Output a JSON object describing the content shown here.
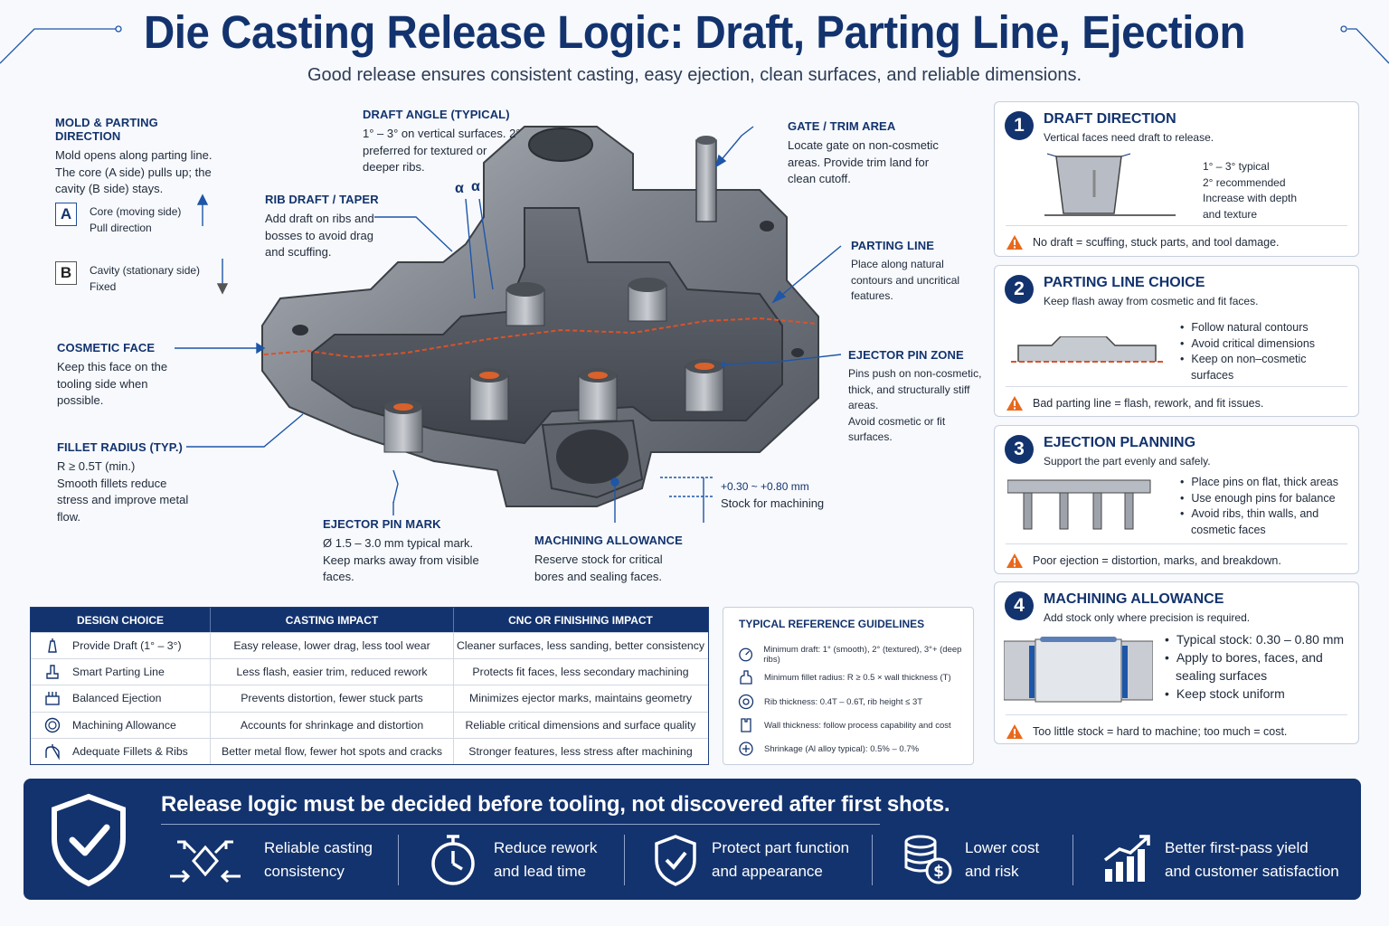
{
  "header": {
    "title": "Die Casting Release Logic: Draft, Parting Line, Ejection",
    "subtitle": "Good release ensures consistent casting, easy ejection, clean surfaces, and reliable dimensions."
  },
  "callouts": {
    "mold": {
      "title": "MOLD & PARTING DIRECTION",
      "text": "Mold opens along parting line. The core (A side) pulls up; the cavity (B side) stays."
    },
    "a_side": {
      "letter": "A",
      "line1": "Core (moving side)",
      "line2": "Pull direction"
    },
    "b_side": {
      "letter": "B",
      "line1": "Cavity (stationary side)",
      "line2": "Fixed"
    },
    "cosmetic": {
      "title": "COSMETIC FACE",
      "text": "Keep this face on the tooling side when possible."
    },
    "fillet": {
      "title": "FILLET RADIUS (TYP.)",
      "line1": "R ≥ 0.5T (min.)",
      "text": "Smooth fillets reduce stress and improve metal flow."
    },
    "draft_angle": {
      "title": "DRAFT ANGLE (TYPICAL)",
      "text": "1° – 3° on vertical surfaces. 2° preferred for textured or deeper ribs."
    },
    "rib_draft": {
      "title": "RIB DRAFT / TAPER",
      "text": "Add draft on ribs and bosses to avoid drag and scuffing."
    },
    "gate": {
      "title": "GATE / TRIM AREA",
      "text": "Locate gate on non-cosmetic areas. Provide trim land for clean cutoff."
    },
    "parting_line": {
      "title": "PARTING LINE",
      "text": "Place along natural contours and uncritical features."
    },
    "ejector_zone": {
      "title": "EJECTOR PIN ZONE",
      "text": "Pins push on non-cosmetic, thick, and structurally stiff areas.",
      "text2": "Avoid cosmetic or fit surfaces."
    },
    "stock": {
      "value": "+0.30 ~ +0.80 mm",
      "label": "Stock for machining"
    },
    "ejector_mark": {
      "title": "EJECTOR PIN MARK",
      "line1": "Ø 1.5 – 3.0 mm typical mark.",
      "text": "Keep marks away from visible faces."
    },
    "machining": {
      "title": "MACHINING ALLOWANCE",
      "text": "Reserve stock for critical bores and sealing faces."
    },
    "alpha": "α"
  },
  "cards": [
    {
      "num": "1",
      "title": "DRAFT DIRECTION",
      "sub": "Vertical faces need draft to release.",
      "notes": [
        "1° – 3° typical",
        "2° recommended",
        "Increase with depth",
        "and texture"
      ],
      "warn": "No draft = scuffing, stuck parts, and tool damage."
    },
    {
      "num": "2",
      "title": "PARTING LINE CHOICE",
      "sub": "Keep flash away from cosmetic and fit faces.",
      "bullets": [
        "Follow natural contours",
        "Avoid critical dimensions",
        "Keep on non–cosmetic surfaces"
      ],
      "warn": "Bad parting line = flash, rework, and fit issues."
    },
    {
      "num": "3",
      "title": "EJECTION PLANNING",
      "sub": "Support the part evenly and safely.",
      "bullets": [
        "Place pins on flat, thick areas",
        "Use enough pins for balance",
        "Avoid ribs, thin walls, and cosmetic faces"
      ],
      "warn": "Poor ejection = distortion, marks, and breakdown."
    },
    {
      "num": "4",
      "title": "MACHINING ALLOWANCE",
      "sub": "Add stock only where precision is required.",
      "bullets": [
        "Typical stock: 0.30 – 0.80 mm",
        "Apply to bores, faces, and sealing surfaces",
        "Keep stock uniform"
      ],
      "warn": "Too little stock = hard to machine; too much = cost."
    }
  ],
  "table": {
    "headers": [
      "DESIGN CHOICE",
      "CASTING IMPACT",
      "CNC OR FINISHING IMPACT"
    ],
    "rows": [
      {
        "icon": "draft-icon",
        "choice": "Provide Draft (1° – 3°)",
        "casting": "Easy release, lower drag, less tool wear",
        "cnc": "Cleaner surfaces, less sanding, better consistency"
      },
      {
        "icon": "parting-line-icon",
        "choice": "Smart Parting Line",
        "casting": "Less flash, easier trim, reduced rework",
        "cnc": "Protects fit faces, less secondary machining"
      },
      {
        "icon": "ejection-icon",
        "choice": "Balanced Ejection",
        "casting": "Prevents distortion, fewer stuck parts",
        "cnc": "Minimizes ejector marks, maintains geometry"
      },
      {
        "icon": "allowance-icon",
        "choice": "Machining Allowance",
        "casting": "Accounts for shrinkage and distortion",
        "cnc": "Reliable critical dimensions and surface quality"
      },
      {
        "icon": "fillet-icon",
        "choice": "Adequate Fillets & Ribs",
        "casting": "Better metal flow, fewer hot spots and cracks",
        "cnc": "Stronger features, less stress after machining"
      }
    ]
  },
  "reference": {
    "title": "TYPICAL REFERENCE GUIDELINES",
    "items": [
      "Minimum draft: 1° (smooth), 2° (textured), 3°+ (deep ribs)",
      "Minimum fillet radius: R ≥ 0.5 × wall thickness (T)",
      "Rib thickness: 0.4T – 0.6T, rib height ≤ 3T",
      "Wall thickness: follow process capability and cost",
      "Shrinkage (Al alloy typical): 0.5% – 0.7%"
    ]
  },
  "banner": {
    "title": "Release logic must be decided before tooling, not discovered after first shots.",
    "items": [
      {
        "icon": "consistency-icon",
        "line1": "Reliable casting",
        "line2": "consistency"
      },
      {
        "icon": "stopwatch-icon",
        "line1": "Reduce rework",
        "line2": "and lead time"
      },
      {
        "icon": "shield-check-icon",
        "line1": "Protect part function",
        "line2": "and appearance"
      },
      {
        "icon": "coins-icon",
        "line1": "Lower cost",
        "line2": "and risk"
      },
      {
        "icon": "growth-chart-icon",
        "line1": "Better first-pass yield",
        "line2": "and customer satisfaction"
      }
    ]
  },
  "colors": {
    "navy": "#13336e",
    "accent": "#1e56a8",
    "warning": "#e8691c",
    "parting": "#d9532b"
  }
}
